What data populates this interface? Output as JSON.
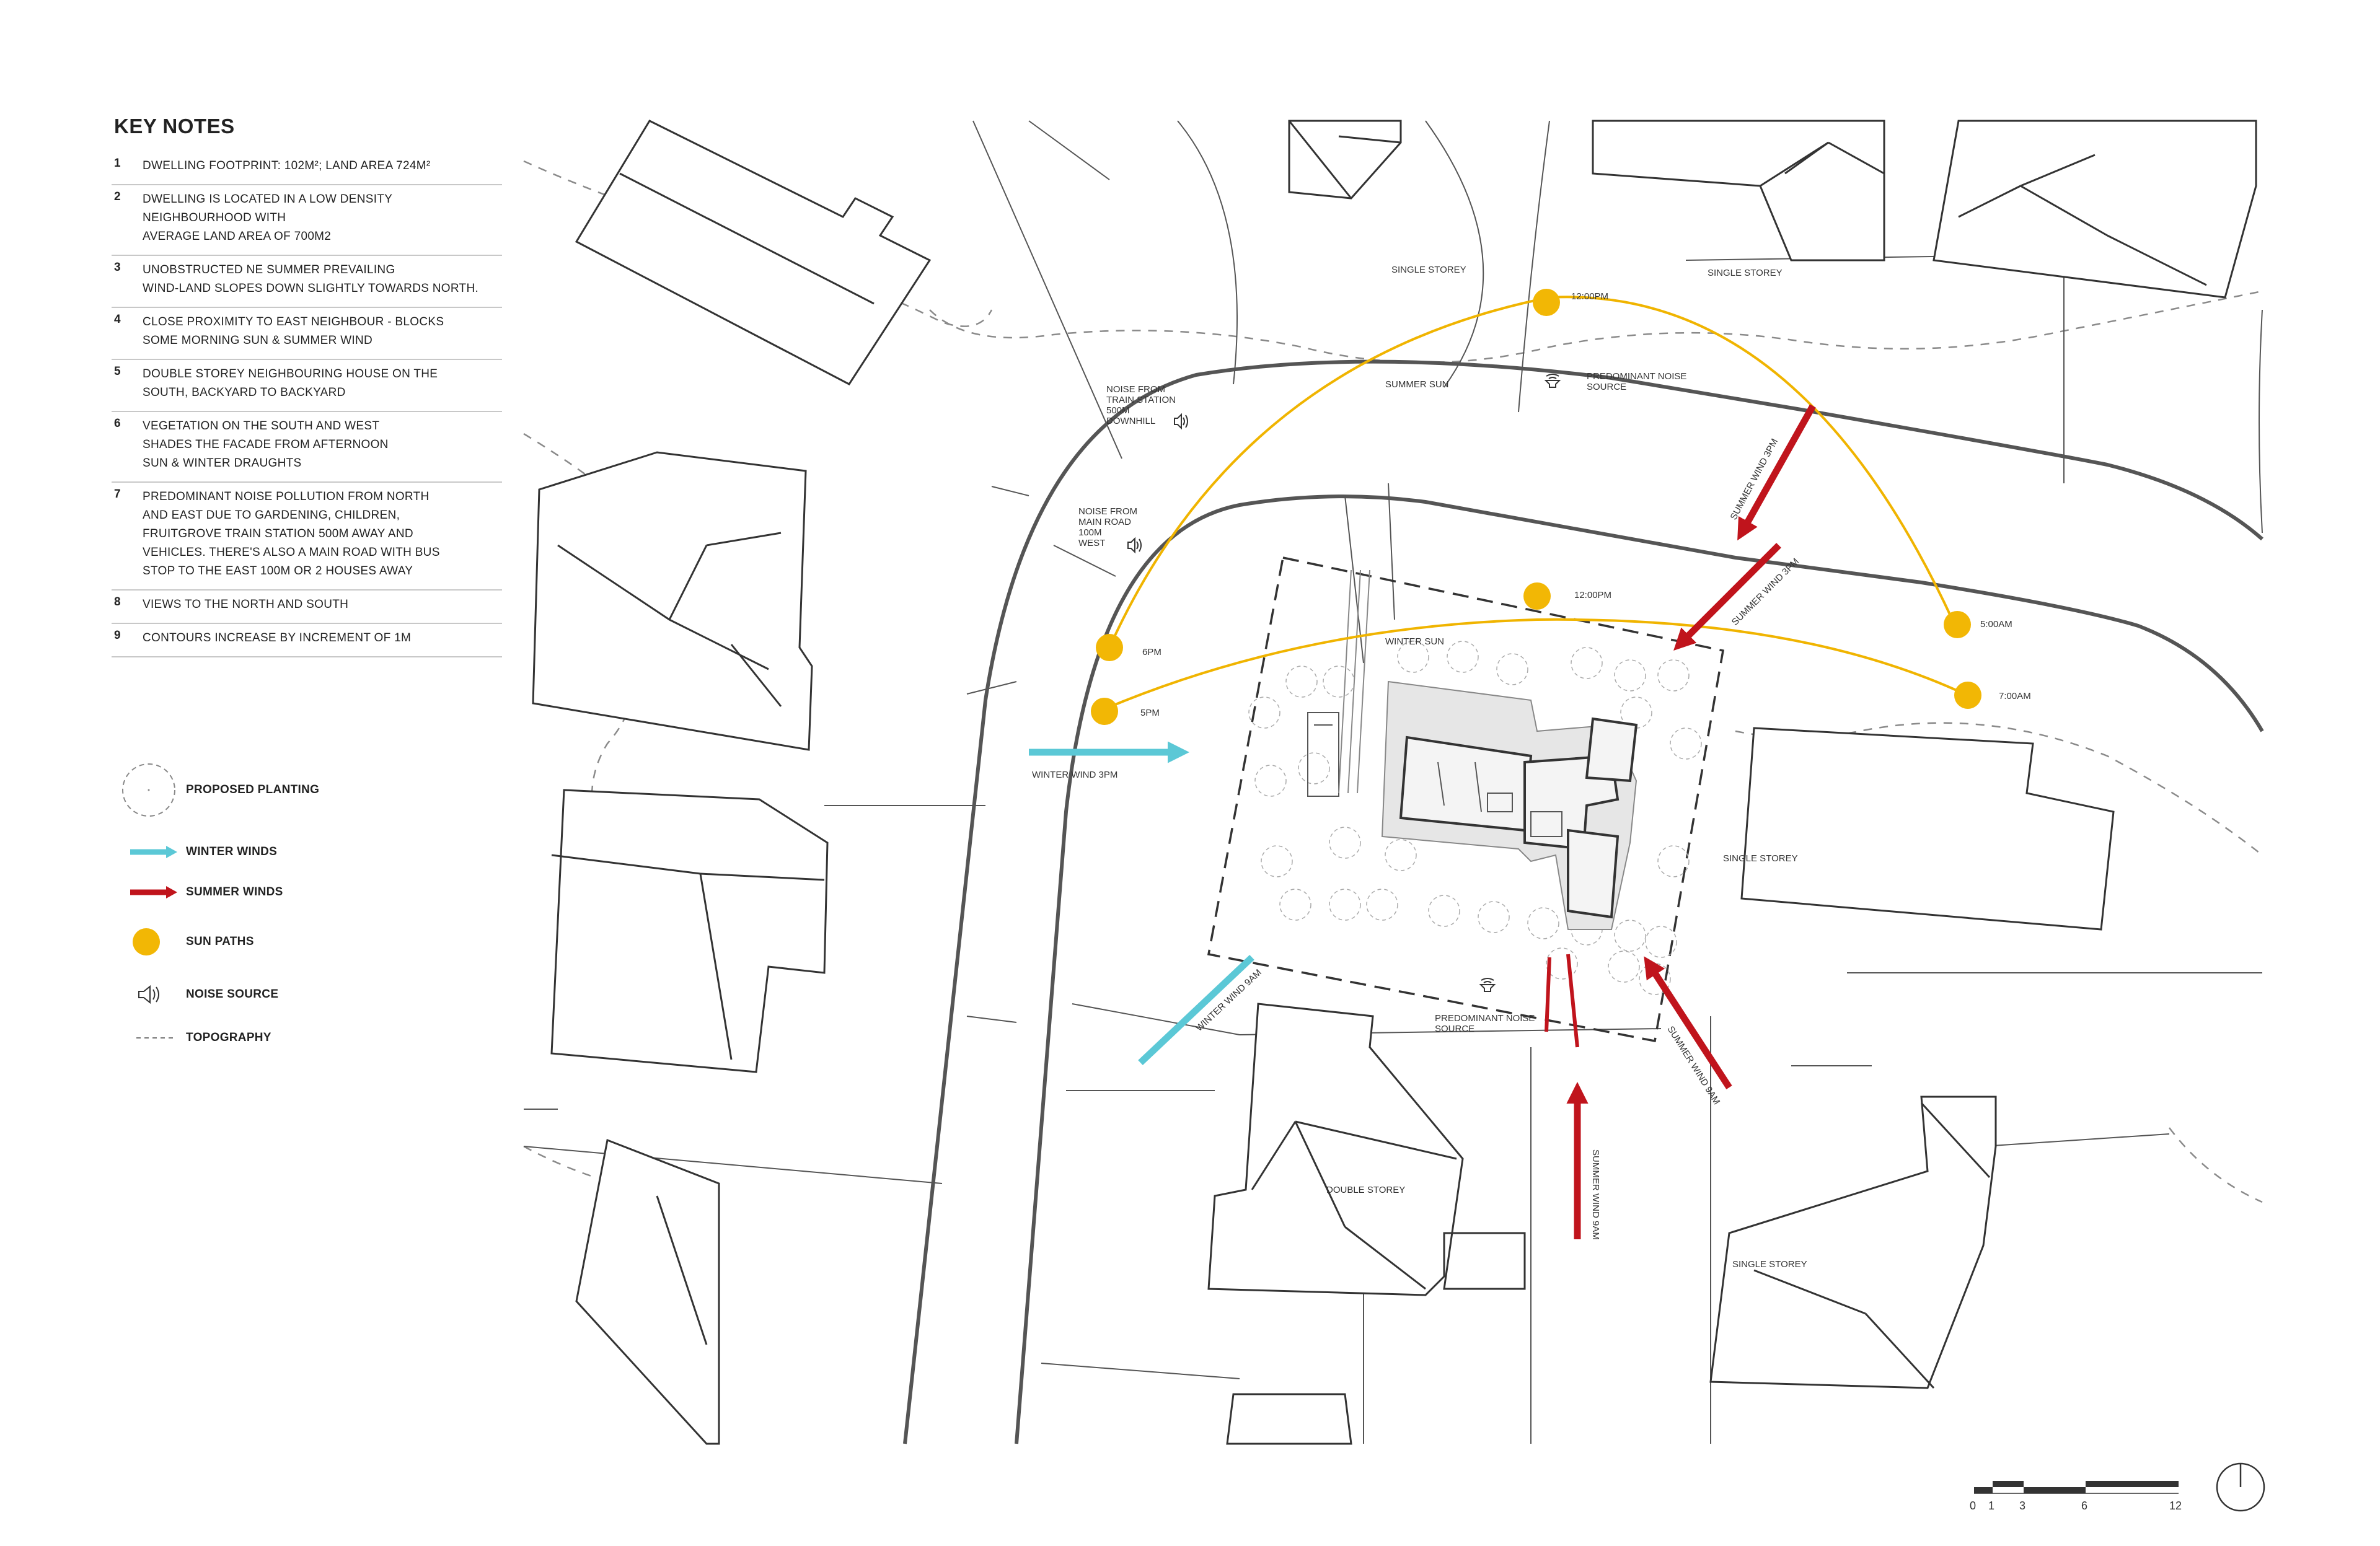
{
  "keynotes": {
    "title": "KEY NOTES",
    "items": [
      {
        "num": "1",
        "text": "DWELLING FOOTPRINT: 102M²; LAND AREA 724M²"
      },
      {
        "num": "2",
        "text": "DWELLING IS LOCATED IN A LOW DENSITY\nNEIGHBOURHOOD WITH\nAVERAGE LAND AREA OF 700M2"
      },
      {
        "num": "3",
        "text": "UNOBSTRUCTED NE SUMMER PREVAILING\nWIND-LAND SLOPES DOWN SLIGHTLY TOWARDS NORTH."
      },
      {
        "num": "4",
        "text": "CLOSE PROXIMITY TO EAST NEIGHBOUR - BLOCKS\nSOME MORNING SUN & SUMMER WIND"
      },
      {
        "num": "5",
        "text": "DOUBLE STOREY NEIGHBOURING HOUSE ON THE\nSOUTH, BACKYARD TO BACKYARD"
      },
      {
        "num": "6",
        "text": "VEGETATION ON THE SOUTH AND WEST\nSHADES THE FACADE FROM AFTERNOON\nSUN & WINTER DRAUGHTS"
      },
      {
        "num": "7",
        "text": "PREDOMINANT NOISE POLLUTION FROM NORTH\nAND EAST DUE TO GARDENING, CHILDREN,\nFRUITGROVE TRAIN STATION 500M AWAY AND\nVEHICLES. THERE'S ALSO A MAIN ROAD WITH BUS\nSTOP TO THE EAST 100M OR 2 HOUSES AWAY"
      },
      {
        "num": "8",
        "text": "VIEWS TO THE NORTH AND SOUTH"
      },
      {
        "num": "9",
        "text": "CONTOURS INCREASE BY INCREMENT OF 1M"
      }
    ]
  },
  "legend": {
    "planting": "PROPOSED PLANTING",
    "winter_winds": "WINTER WINDS",
    "summer_winds": "SUMMER WINDS",
    "sun_paths": "SUN PATHS",
    "noise_source": "NOISE SOURCE",
    "topography": "TOPOGRAPHY"
  },
  "colors": {
    "winter_wind": "#5bc8d6",
    "summer_wind": "#c0141c",
    "sun": "#f2b705",
    "sun_stroke": "#f0b400",
    "building_line": "#333333",
    "road_line": "#555555"
  },
  "map_labels": {
    "single_storey_n1": "SINGLE STOREY",
    "single_storey_n2": "SINGLE STOREY",
    "single_storey_e": "SINGLE STOREY",
    "single_storey_se": "SINGLE STOREY",
    "double_storey": "DOUBLE STOREY",
    "summer_sun": "SUMMER SUN",
    "winter_sun": "WINTER SUN",
    "noise_train_1": "NOISE FROM",
    "noise_train_2": "TRAIN STATION",
    "noise_train_3": "500M",
    "noise_train_4": "DOWNHILL",
    "noise_road_1": "NOISE FROM",
    "noise_road_2": "MAIN ROAD",
    "noise_road_3": "100M",
    "noise_road_4": "WEST",
    "pred_noise_n_1": "PREDOMINANT NOISE",
    "pred_noise_n_2": "SOURCE",
    "pred_noise_s_1": "PREDOMINANT NOISE",
    "pred_noise_s_2": "SOURCE",
    "winter_wind_3pm": "WINTER WIND 3PM",
    "winter_wind_9am": "WINTER WIND 9AM",
    "summer_wind_3pm_a": "SUMMER WIND 3PM",
    "summer_wind_3pm_b": "SUMMER WIND 3PM",
    "summer_wind_9am_a": "SUMMER WIND 9AM",
    "summer_wind_9am_b": "SUMMER WIND 9AM"
  },
  "sun_times": {
    "summer_noon": "12:00PM",
    "summer_6pm": "6PM",
    "summer_5am": "5:00AM",
    "winter_noon": "12:00PM",
    "winter_5pm": "5PM",
    "winter_7am": "7:00AM"
  },
  "scale": {
    "ticks": [
      "0",
      "1",
      "3",
      "6",
      "12"
    ]
  }
}
